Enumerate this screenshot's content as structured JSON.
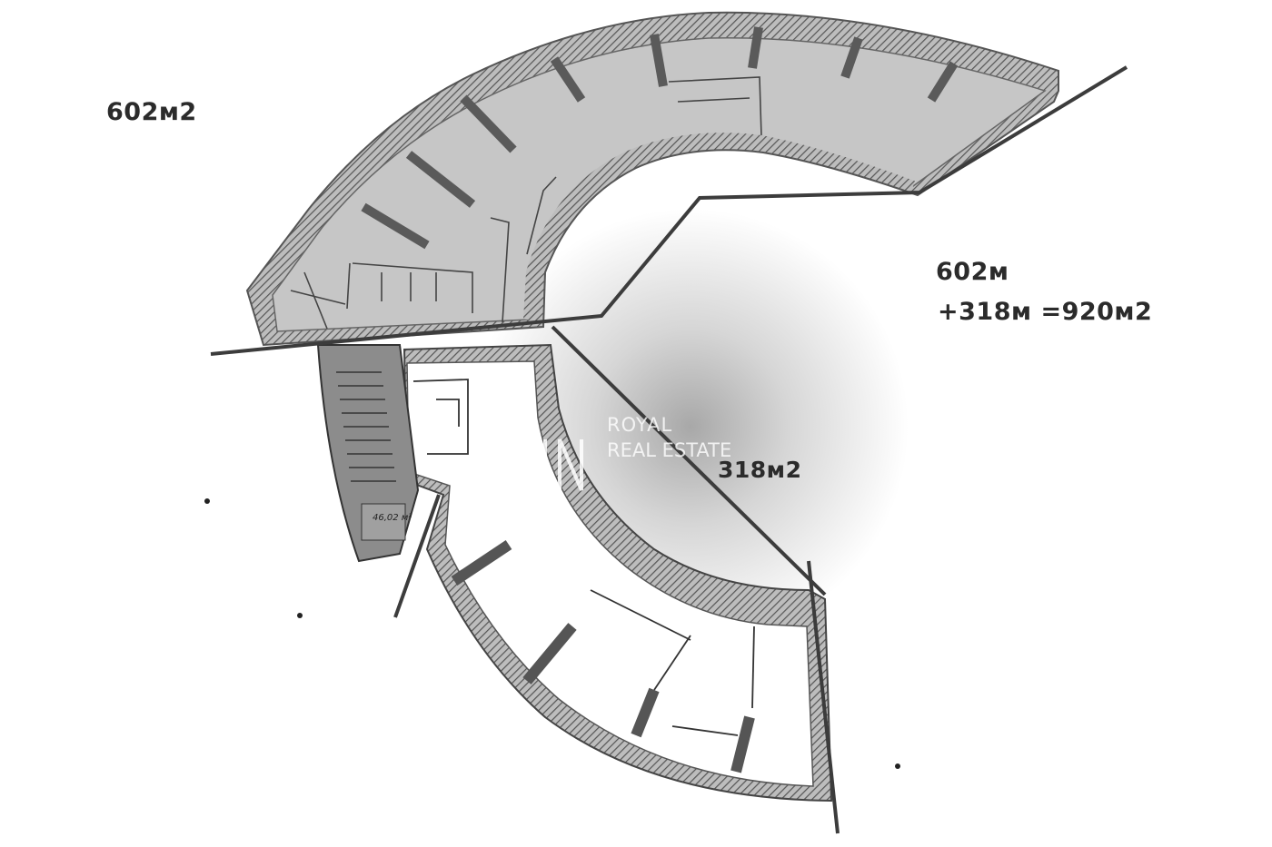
{
  "labels": {
    "top_left_area": "602м2",
    "right_area_line1": "602м",
    "right_area_line2": "+318м =920м2",
    "middle_area": "318м2",
    "room_area": "46,02 м²"
  },
  "watermark": {
    "line1": "ROYAL",
    "line2": "REAL ESTATE"
  },
  "colors": {
    "upper_floor_fill": "#c4c4c4",
    "wall_hatch": "#7a7a7a",
    "lower_room_fill": "#ffffff",
    "stair_core_fill": "#8c8c8c",
    "division_lines": "#3c3c3c"
  }
}
